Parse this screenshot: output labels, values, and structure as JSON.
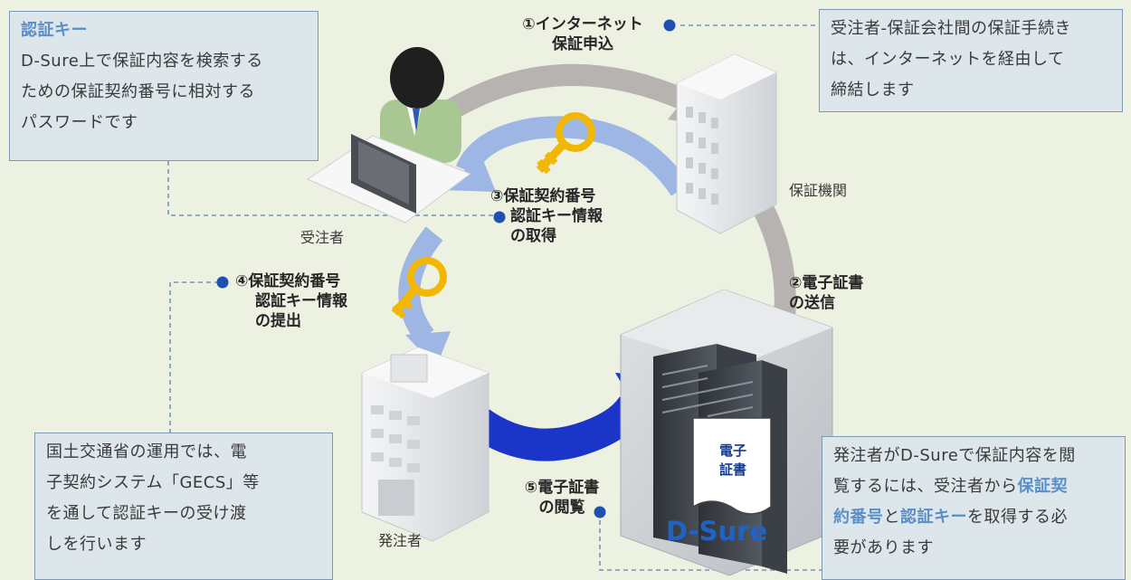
{
  "notes": {
    "key_title": "認証キー",
    "key_body": [
      "D-Sure上で保証内容を検索する",
      "ための保証契約番号に相対する",
      "パスワードです"
    ],
    "internet_body": [
      "受注者-保証会社間の保証手続き",
      "は、インターネットを経由して",
      "締結します"
    ],
    "mlit_body": [
      "国土交通省の運用では、電",
      "子契約システム「GECS」等",
      "を通して認証キーの受け渡",
      "しを行います"
    ],
    "orderer_body": {
      "l1": "発注者がD-Sureで保証内容を閲",
      "l2a": "覧するには、受注者から",
      "l2b": "保証契",
      "l3a": "約番号",
      "l3b": "と",
      "l3c": "認証キー",
      "l3d": "を取得する必",
      "l4": "要があります"
    }
  },
  "steps": {
    "s1": [
      "①インターネット",
      "保証申込"
    ],
    "s2": [
      "②電子証書",
      "の送信"
    ],
    "s3": [
      "③保証契約番号",
      "認証キー情報",
      "の取得"
    ],
    "s4": [
      "④保証契約番号",
      "認証キー情報",
      "の提出"
    ],
    "s5": [
      "⑤電子証書",
      "の閲覧"
    ]
  },
  "actors": {
    "contractor": "受注者",
    "guarantor": "保証機関",
    "orderer": "発注者"
  },
  "system_name": "D-Sure",
  "certificate": [
    "電子",
    "証書"
  ],
  "colors": {
    "background": "#ecf1e2",
    "note_fill": "#dde6ea",
    "note_border": "#7c98b3",
    "highlight": "#5b8fc8",
    "dsure_blue": "#1f63c4",
    "gray_arrow": "#b7b3b0",
    "light_blue_arrow": "#9db6e3",
    "dark_blue_arrow": "#1a35c8",
    "key_gold": "#f2b705",
    "bullet_blue": "#1f4fb0"
  },
  "icons": [
    "person-icon",
    "laptop-icon",
    "office-building-icon",
    "server-icon",
    "key-icon",
    "certificate-icon"
  ]
}
